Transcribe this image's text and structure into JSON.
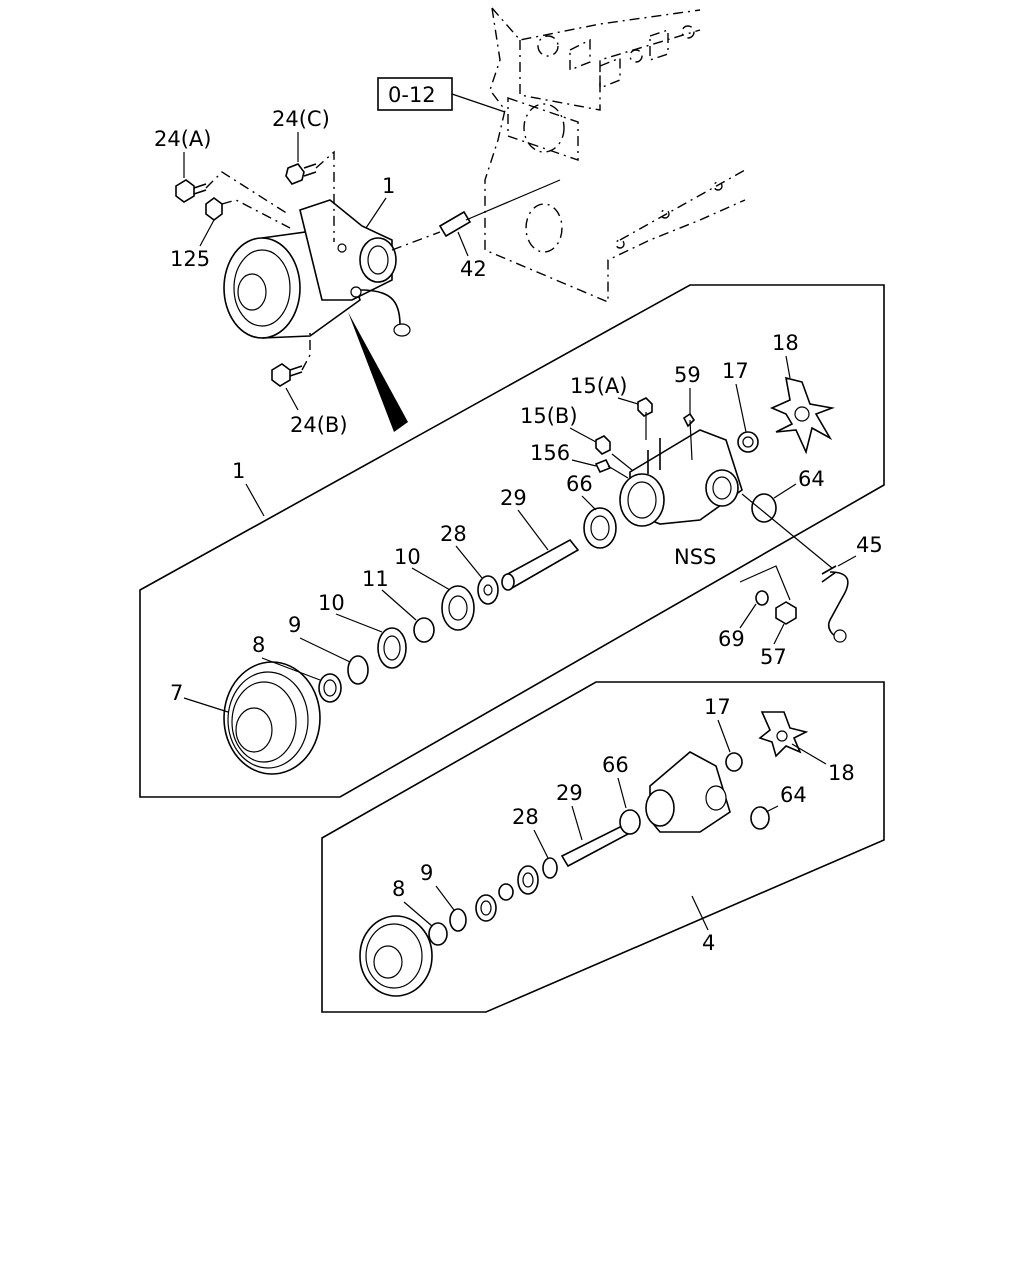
{
  "diagram": {
    "ref_box": "0-12",
    "note": "NSS",
    "callouts": {
      "c24a": "24(A)",
      "c24c": "24(C)",
      "c24b": "24(B)",
      "c1_top": "1",
      "c125": "125",
      "c42": "42",
      "c1_group": "1",
      "c15a": "15(A)",
      "c59": "59",
      "c17": "17",
      "c18": "18",
      "c15b": "15(B)",
      "c156": "156",
      "c66": "66",
      "c29": "29",
      "c28": "28",
      "c64": "64",
      "c10a": "10",
      "c11": "11",
      "c10b": "10",
      "c9": "9",
      "c8": "8",
      "c7": "7",
      "c45": "45",
      "c69": "69",
      "c57": "57",
      "c17b": "17",
      "c18b": "18",
      "c66b": "66",
      "c29b": "29",
      "c64b": "64",
      "c28b": "28",
      "c8b": "8",
      "c9b": "9",
      "c4": "4"
    }
  }
}
